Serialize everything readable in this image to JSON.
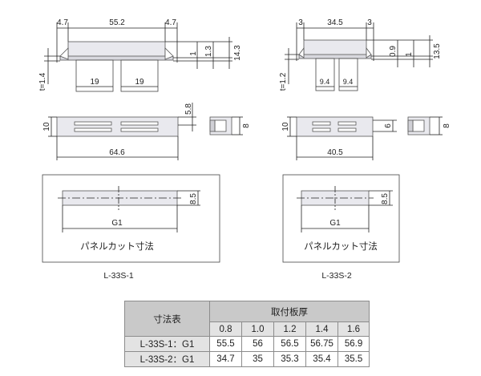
{
  "drawing": {
    "left_side": {
      "dims": {
        "top_left": "4.7",
        "top_mid": "55.2",
        "top_right": "4.7",
        "h1": "1",
        "h2": "1.3",
        "h3": "14.3",
        "thickness": "t=1.4",
        "clip_a": "19",
        "clip_b": "19",
        "front_height": "10",
        "front_width": "64.6",
        "front_right": "5.8",
        "side_height": "8",
        "panel_width": "G1",
        "panel_height": "8.5"
      },
      "panel_caption": "パネルカット寸法",
      "model": "L-33S-1"
    },
    "right_side": {
      "dims": {
        "top_left": "3",
        "top_mid": "34.5",
        "top_right": "3",
        "h1": "0.9",
        "h2": "1",
        "h3": "13.5",
        "thickness": "t=1.2",
        "clip_a": "9.4",
        "clip_b": "9.4",
        "front_height": "10",
        "front_width": "40.5",
        "front_right": "6",
        "side_height": "8",
        "panel_width": "G1",
        "panel_height": "8.5"
      },
      "panel_caption": "パネルカット寸法",
      "model": "L-33S-2"
    }
  },
  "table": {
    "corner": "寸法表",
    "group": "取付板厚",
    "thicknesses": [
      "0.8",
      "1.0",
      "1.2",
      "1.4",
      "1.6"
    ],
    "rows": [
      {
        "label": "L-33S-1：G1",
        "values": [
          "55.5",
          "56",
          "56.5",
          "56.75",
          "56.9"
        ]
      },
      {
        "label": "L-33S-2：G1",
        "values": [
          "34.7",
          "35",
          "35.3",
          "35.4",
          "35.5"
        ]
      }
    ]
  }
}
